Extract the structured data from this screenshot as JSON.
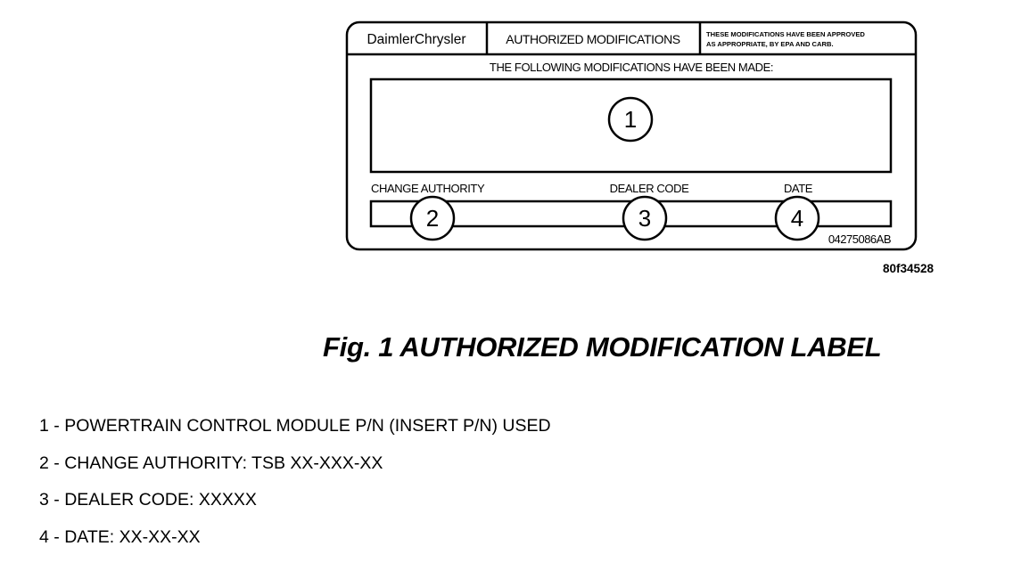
{
  "label": {
    "brand": "DaimlerChrysler",
    "heading": "AUTHORIZED MODIFICATIONS",
    "approval_line1": "THESE MODIFICATIONS HAVE BEEN APPROVED",
    "approval_line2": "AS APPROPRIATE, BY EPA AND CARB.",
    "following_text": "THE FOLLOWING MODIFICATIONS HAVE BEEN MADE:",
    "fields": [
      {
        "label": "CHANGE AUTHORITY",
        "callout": "2"
      },
      {
        "label": "DEALER CODE",
        "callout": "3"
      },
      {
        "label": "DATE",
        "callout": "4"
      }
    ],
    "main_callout": "1",
    "part_number": "04275086AB"
  },
  "figure_id": "80f34528",
  "caption": "Fig. 1 AUTHORIZED MODIFICATION LABEL",
  "legend": [
    {
      "number": "1",
      "text": "POWERTRAIN CONTROL MODULE P/N (INSERT P/N) USED"
    },
    {
      "number": "2",
      "text": "CHANGE AUTHORITY: TSB XX-XXX-XX"
    },
    {
      "number": "3",
      "text": "DEALER CODE: XXXXX"
    },
    {
      "number": "4",
      "text": "DATE: XX-XX-XX"
    }
  ]
}
